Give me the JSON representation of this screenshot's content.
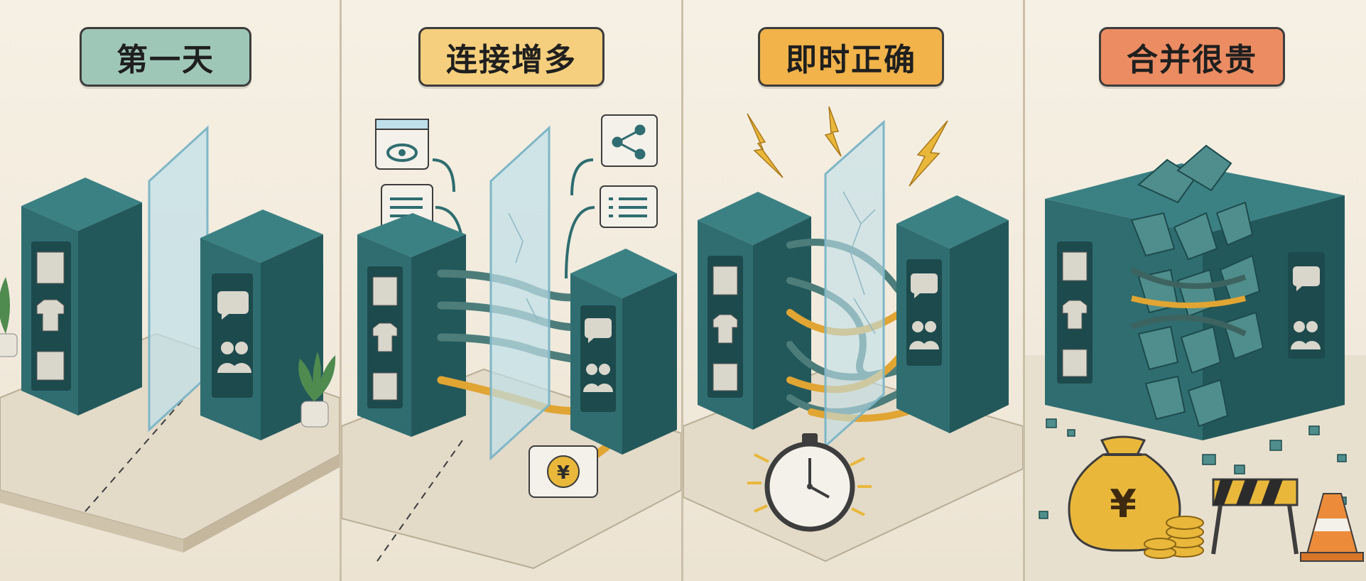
{
  "panels": [
    {
      "title": "第一天",
      "title_color": "#9fc7b8"
    },
    {
      "title": "连接增多",
      "title_color": "#f5cf7d"
    },
    {
      "title": "即时正确",
      "title_color": "#f1b34a"
    },
    {
      "title": "合并很贵",
      "title_color": "#ec8c62"
    }
  ],
  "glyphs": {
    "currency": "¥"
  },
  "icons": {
    "left_tower": [
      "box-icon",
      "tshirt-icon",
      "package-icon"
    ],
    "right_tower": [
      "chat-bubble-icon",
      "users-icon"
    ],
    "cards": [
      "eye-icon",
      "text-lines-icon",
      "share-icon",
      "list-icon",
      "yen-card-icon"
    ]
  },
  "colors": {
    "tower": "#2f6d70",
    "tower_dark": "#23585b",
    "tower_side": "#3b8184",
    "glass": "#bfe0ea",
    "pipe": "#4d7d7a",
    "pipe_orange": "#e1a533",
    "spark": "#e9b83b"
  }
}
